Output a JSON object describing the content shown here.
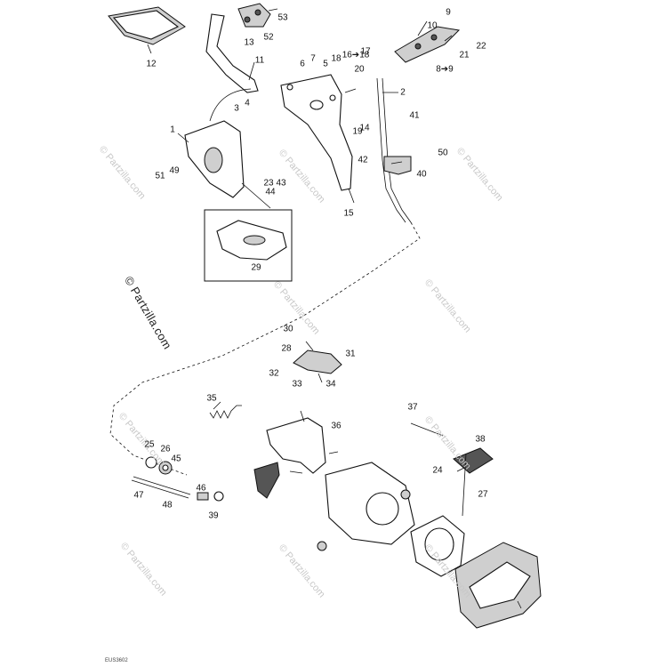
{
  "callouts": [
    "53",
    "52",
    "13",
    "12",
    "11",
    "10",
    "9",
    "22",
    "21",
    "8➔9",
    "1",
    "3",
    "4",
    "6",
    "7",
    "5",
    "18",
    "16➔18",
    "17",
    "20",
    "19",
    "14",
    "15",
    "2",
    "41",
    "42",
    "50",
    "40",
    "49",
    "51",
    "23",
    "43",
    "44",
    "29",
    "30",
    "28",
    "31",
    "32",
    "33",
    "34",
    "35",
    "36",
    "37",
    "38",
    "24",
    "27",
    "25",
    "26",
    "45",
    "47",
    "48",
    "46",
    "39"
  ],
  "watermark": "© Partzilla.com",
  "drawing_ref": "EUS3602"
}
